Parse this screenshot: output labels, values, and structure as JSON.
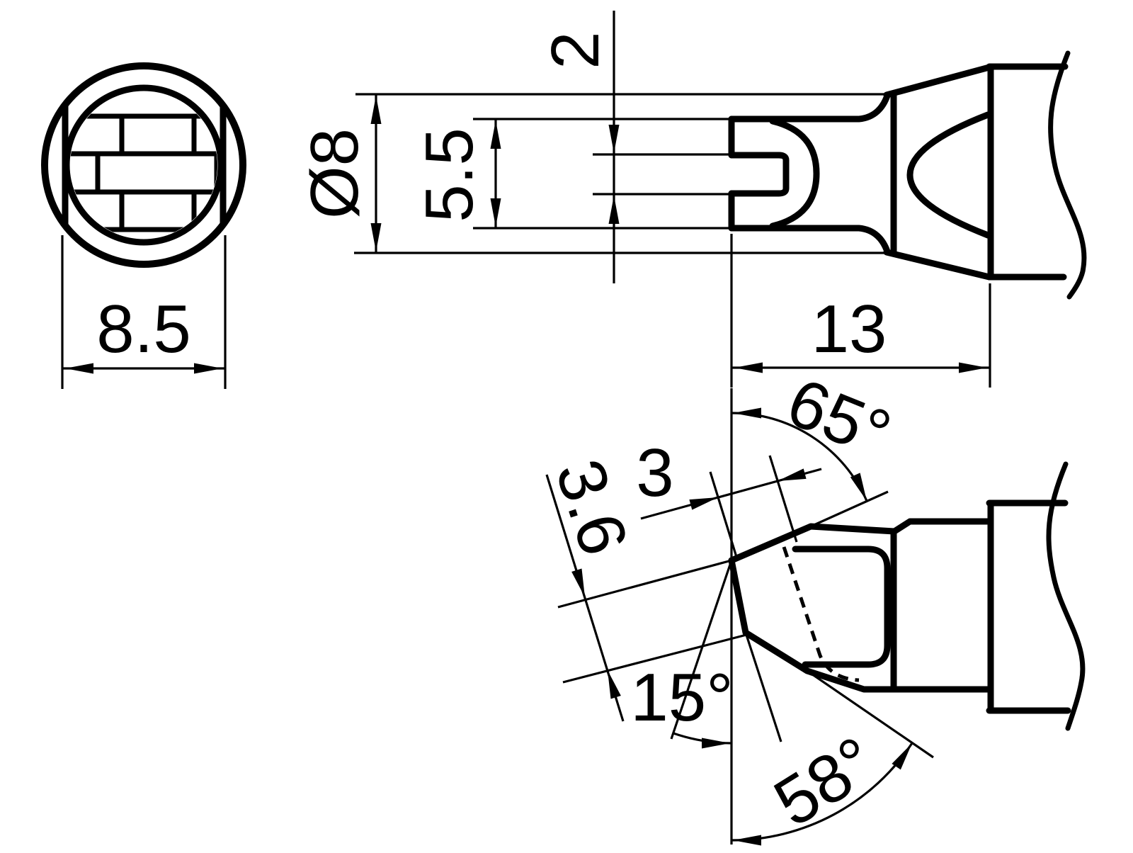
{
  "drawing": {
    "type": "engineering-dimension-drawing",
    "subject": "chisel-slot soldering tip with angled cut faces",
    "units": "mm",
    "colors": {
      "line": "#000000",
      "background": "#ffffff"
    },
    "end_view": {
      "description": "front end view: circle with side flats and brick-pattern slots",
      "width_across_flats": "8.5"
    },
    "side_view": {
      "description": "side profile view of slotted tip, cone and barrel with break line",
      "shaft_diameter": "Ø8",
      "slot_outer_width": "5.5",
      "groove_width": "2",
      "tip_length": "13"
    },
    "angled_view": {
      "description": "rotated view showing cut faces of the tip",
      "upper_face_angle": "65°",
      "face_offset": "3",
      "blade_thickness": "3.6",
      "front_face_angle": "15°",
      "lower_face_angle": "58°"
    }
  }
}
